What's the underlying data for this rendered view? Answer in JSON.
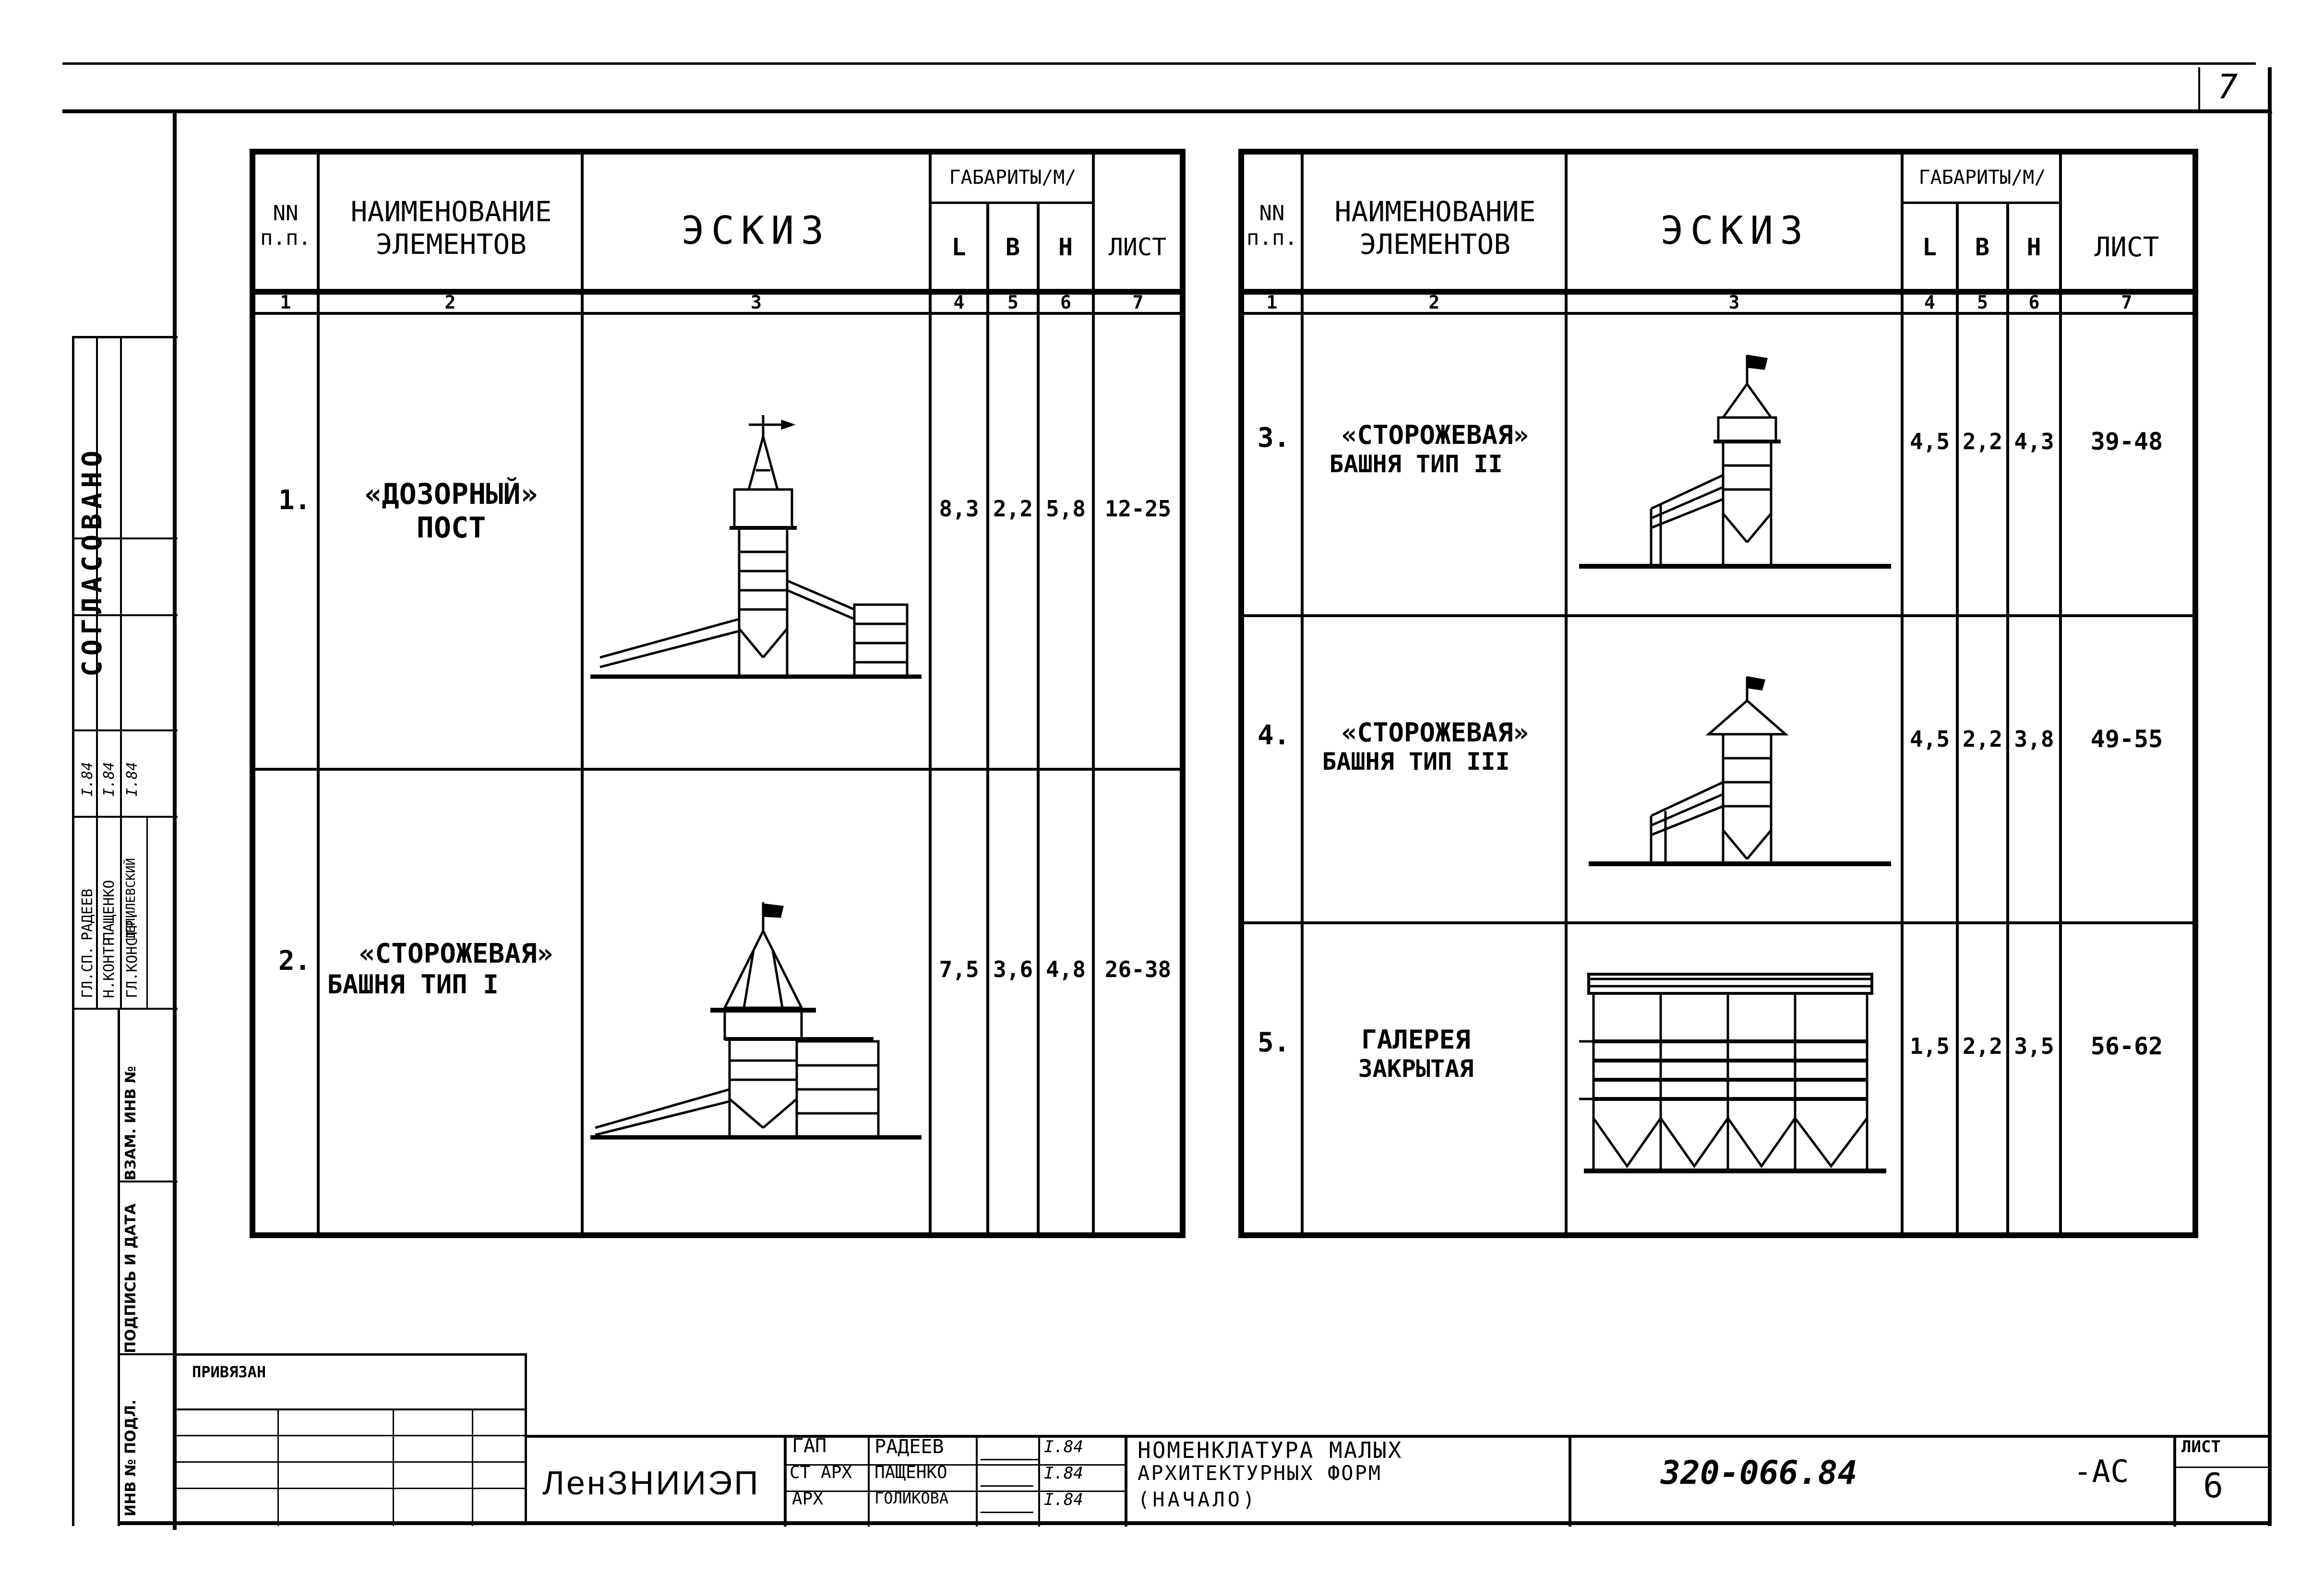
{
  "sheet_corner_number": "7",
  "table_headers": {
    "num": "NN п.п.",
    "name": "НАИМЕНОВАНИЕ ЭЛЕМЕНТОВ",
    "sketch": "ЭСКИЗ",
    "dims": "ГАБАРИТЫ/М/",
    "l": "L",
    "b": "B",
    "h": "H",
    "sheet": "ЛИСТ",
    "col_numbers": [
      "1",
      "2",
      "3",
      "4",
      "5",
      "6",
      "7"
    ]
  },
  "left_table": [
    {
      "num": "1.",
      "name_line1": "«ДОЗОРНЫЙ»",
      "name_line2": "ПОСТ",
      "l": "8,3",
      "b": "2,2",
      "h": "5,8",
      "sheet": "12-25",
      "icon": "watch-post-sketch"
    },
    {
      "num": "2.",
      "name_line1": "«СТОРОЖЕВАЯ»",
      "name_line2": "БАШНЯ ТИП I",
      "l": "7,5",
      "b": "3,6",
      "h": "4,8",
      "sheet": "26-38",
      "icon": "guard-tower-type1-sketch"
    }
  ],
  "right_table": [
    {
      "num": "3.",
      "name_line1": "«СТОРОЖЕВАЯ»",
      "name_line2": "БАШНЯ ТИП II",
      "l": "4,5",
      "b": "2,2",
      "h": "4,3",
      "sheet": "39-48",
      "icon": "guard-tower-type2-sketch"
    },
    {
      "num": "4.",
      "name_line1": "«СТОРОЖЕВАЯ»",
      "name_line2": "БАШНЯ ТИП III",
      "l": "4,5",
      "b": "2,2",
      "h": "3,8",
      "sheet": "49-55",
      "icon": "guard-tower-type3-sketch"
    },
    {
      "num": "5.",
      "name_line1": "ГАЛЕРЕЯ",
      "name_line2": "ЗАКРЫТАЯ",
      "l": "1,5",
      "b": "2,2",
      "h": "3,5",
      "sheet": "56-62",
      "icon": "closed-gallery-sketch"
    }
  ],
  "side_stamp": {
    "agreed": "СОГЛАСОВАНО",
    "rows": [
      {
        "role": "ГЛ.СП.",
        "name": "РАДЕЕВ",
        "date": "I.84"
      },
      {
        "role": "Н.КОНТР.",
        "name": "ПАЩЕНКО",
        "date": "I.84"
      },
      {
        "role": "ГЛ.КОНСТР.",
        "name": "ШЕПИЛЕВСКИЙ",
        "date": "I.84"
      }
    ],
    "replace_inv": "ВЗАМ. ИНВ №",
    "sign_date": "ПОДПИСЬ И ДАТА",
    "inv_orig": "ИНВ № ПОДЛ."
  },
  "title_block": {
    "linked": "ПРИВЯЗАН",
    "org": "ЛенЗНИИЭП",
    "staff": [
      {
        "role": "ГАП",
        "name": "РАДЕЕВ",
        "date": "I.84"
      },
      {
        "role": "СТ АРХ",
        "name": "ПАЩЕНКО",
        "date": "I.84"
      },
      {
        "role": "АРХ",
        "name": "ГОЛИКОВА",
        "date": "I.84"
      }
    ],
    "title_line1": "НОМЕНКЛАТУРА МАЛЫХ",
    "title_line2": "АРХИТЕКТУРНЫХ ФОРМ",
    "title_line3": "(НАЧАЛО)",
    "code": "320-066.84",
    "suffix": "-АС",
    "sheet_label": "ЛИСТ",
    "sheet_no": "6"
  }
}
